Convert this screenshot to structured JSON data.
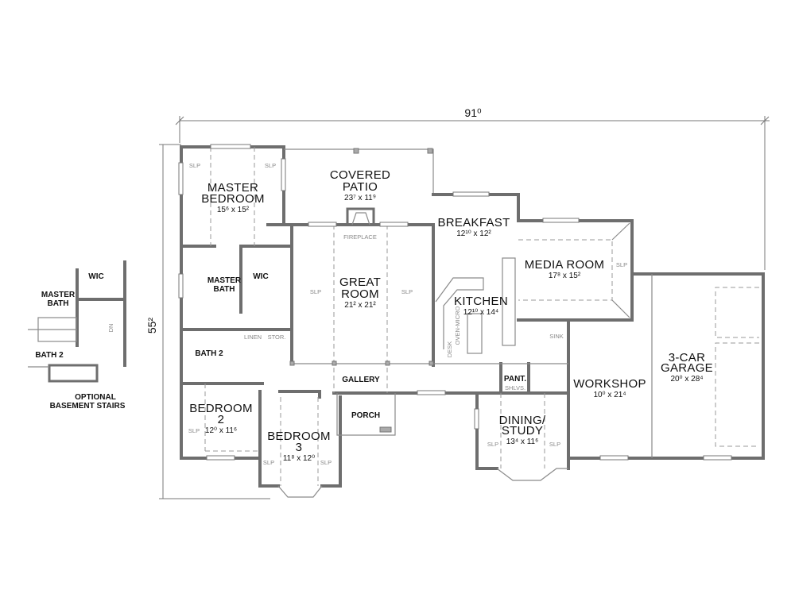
{
  "dimensions": {
    "width": "91⁰",
    "depth": "55²"
  },
  "rooms": {
    "master_bedroom": {
      "name1": "MASTER",
      "name2": "BEDROOM",
      "size": "15⁶ x 15²"
    },
    "covered_patio": {
      "name1": "COVERED",
      "name2": "PATIO",
      "size": "23⁷ x 11⁹"
    },
    "great_room": {
      "name1": "GREAT",
      "name2": "ROOM",
      "size": "21² x 21²"
    },
    "breakfast": {
      "name": "BREAKFAST",
      "size": "12¹⁰ x 12²"
    },
    "media_room": {
      "name": "MEDIA ROOM",
      "size": "17⁸ x 15²"
    },
    "kitchen": {
      "name": "KITCHEN",
      "size": "12¹⁰ x 14⁴"
    },
    "workshop": {
      "name": "WORKSHOP",
      "size": "10⁰ x 21⁴"
    },
    "garage": {
      "name1": "3-CAR",
      "name2": "GARAGE",
      "size": "20⁰ x 28⁴"
    },
    "bedroom2": {
      "name1": "BEDROOM",
      "name2": "2",
      "size": "12⁰ x 11⁶"
    },
    "bedroom3": {
      "name1": "BEDROOM",
      "name2": "3",
      "size": "11⁸ x 12⁰"
    },
    "dining": {
      "name1": "DINING/",
      "name2": "STUDY",
      "size": "13⁴ x 11⁶"
    }
  },
  "labels": {
    "master_bath1": "MASTER",
    "master_bath2": "BATH",
    "wic": "WIC",
    "bath2": "BATH 2",
    "gallery": "GALLERY",
    "porch": "PORCH",
    "pantry": "PANT.",
    "shelves": "SHLVS.",
    "fireplace": "FIREPLACE",
    "linen": "LINEN",
    "stor": "STOR.",
    "sink": "SINK",
    "desk": "DESK",
    "oven_micro": "OVEN-MICRO",
    "slp": "SLP",
    "dn": "DN"
  },
  "inset": {
    "wic": "WIC",
    "master_bath1": "MASTER",
    "master_bath2": "BATH",
    "bath2": "BATH 2",
    "title1": "OPTIONAL",
    "title2": "BASEMENT STAIRS"
  }
}
